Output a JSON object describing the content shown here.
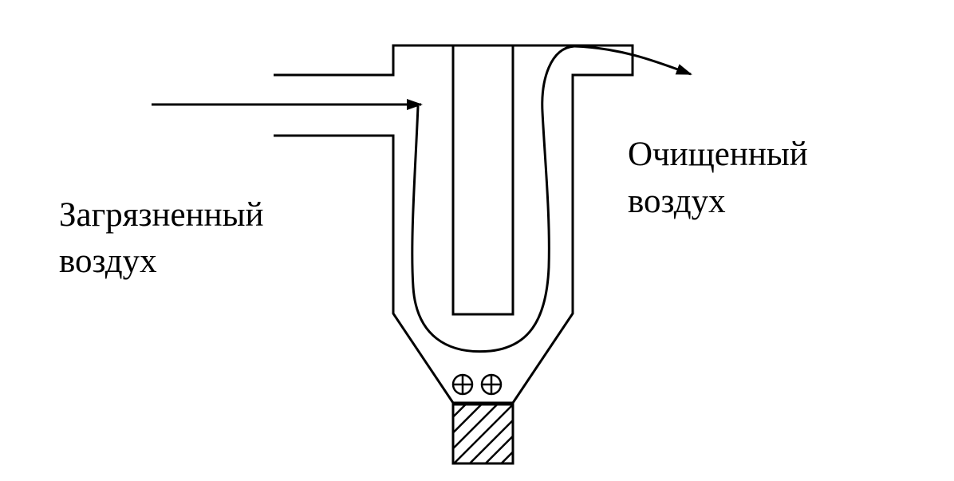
{
  "labels": {
    "dirty_air_line1": "Загрязненный",
    "dirty_air_line2": "воздух",
    "clean_air_line1": "Очищенный",
    "clean_air_line2": "воздух"
  },
  "colors": {
    "stroke": "#000000",
    "background": "#ffffff"
  }
}
